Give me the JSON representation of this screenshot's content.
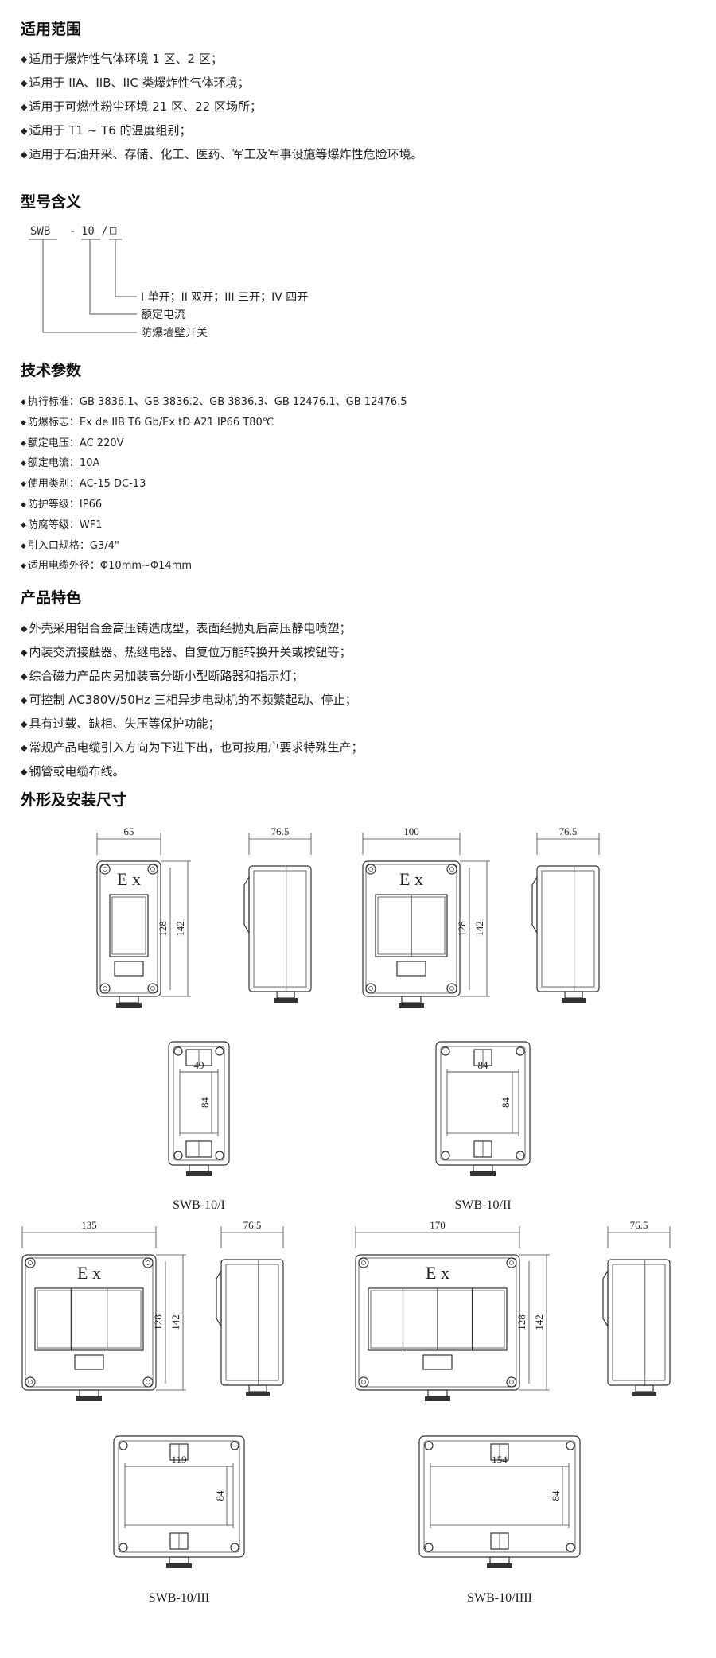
{
  "sections": {
    "scope_title": "适用范围",
    "model_title": "型号含义",
    "tech_title": "技术参数",
    "features_title": "产品特色",
    "dims_title": "外形及安装尺寸"
  },
  "scope_items": [
    "适用于爆炸性气体环境 1 区、2 区；",
    "适用于 IIA、IIB、IIC 类爆炸性气体环境；",
    "适用于可燃性粉尘环境 21 区、22 区场所；",
    "适用于 T1 ~ T6 的温度组别；",
    "适用于石油开采、存储、化工、医药、军工及军事设施等爆炸性危险环境。"
  ],
  "model": {
    "code_swb": "SWB",
    "code_dash": "-",
    "code_num": "10 /",
    "code_box": "□",
    "label_1": "I 单开；II 双开；III 三开；IV 四开",
    "label_2": "额定电流",
    "label_3": "防爆墙壁开关"
  },
  "tech_items": [
    "执行标准：GB 3836.1、GB 3836.2、GB 3836.3、GB 12476.1、GB 12476.5",
    "防爆标志：Ex de IIB T6 Gb/Ex tD A21  IP66 T80℃",
    "额定电压：AC 220V",
    "额定电流：10A",
    "使用类别：AC-15 DC-13",
    "防护等级：IP66",
    "防腐等级：WF1",
    "引入口规格：G3/4\"",
    "适用电缆外径：Φ10mm~Φ14mm"
  ],
  "feature_items": [
    "外壳采用铝合金高压铸造成型，表面经抛丸后高压静电喷塑；",
    "内装交流接触器、热继电器、自复位万能转换开关或按钮等；",
    "综合磁力产品内另加装高分断小型断路器和指示灯；",
    "可控制 AC380V/50Hz 三相异步电动机的不频繁起动、停止；",
    "具有过载、缺相、失压等保护功能；",
    "常规产品电缆引入方向为下进下出，也可按用户要求特殊生产；",
    "钢管或电缆布线。"
  ],
  "drawings": [
    {
      "name": "SWB-10/I",
      "front_width": "65",
      "side_depth": "76.5",
      "inner_height": "128",
      "outer_height": "142",
      "mount_width": "49",
      "mount_height": "84",
      "ex_mark": "E x"
    },
    {
      "name": "SWB-10/II",
      "front_width": "100",
      "side_depth": "76.5",
      "inner_height": "128",
      "outer_height": "142",
      "mount_width": "84",
      "mount_height": "84",
      "ex_mark": "E x"
    },
    {
      "name": "SWB-10/III",
      "front_width": "135",
      "side_depth": "76.5",
      "inner_height": "128",
      "outer_height": "142",
      "mount_width": "119",
      "mount_height": "84",
      "ex_mark": "E x"
    },
    {
      "name": "SWB-10/IIII",
      "front_width": "170",
      "side_depth": "76.5",
      "inner_height": "128",
      "outer_height": "142",
      "mount_width": "154",
      "mount_height": "84",
      "ex_mark": "E x"
    }
  ]
}
